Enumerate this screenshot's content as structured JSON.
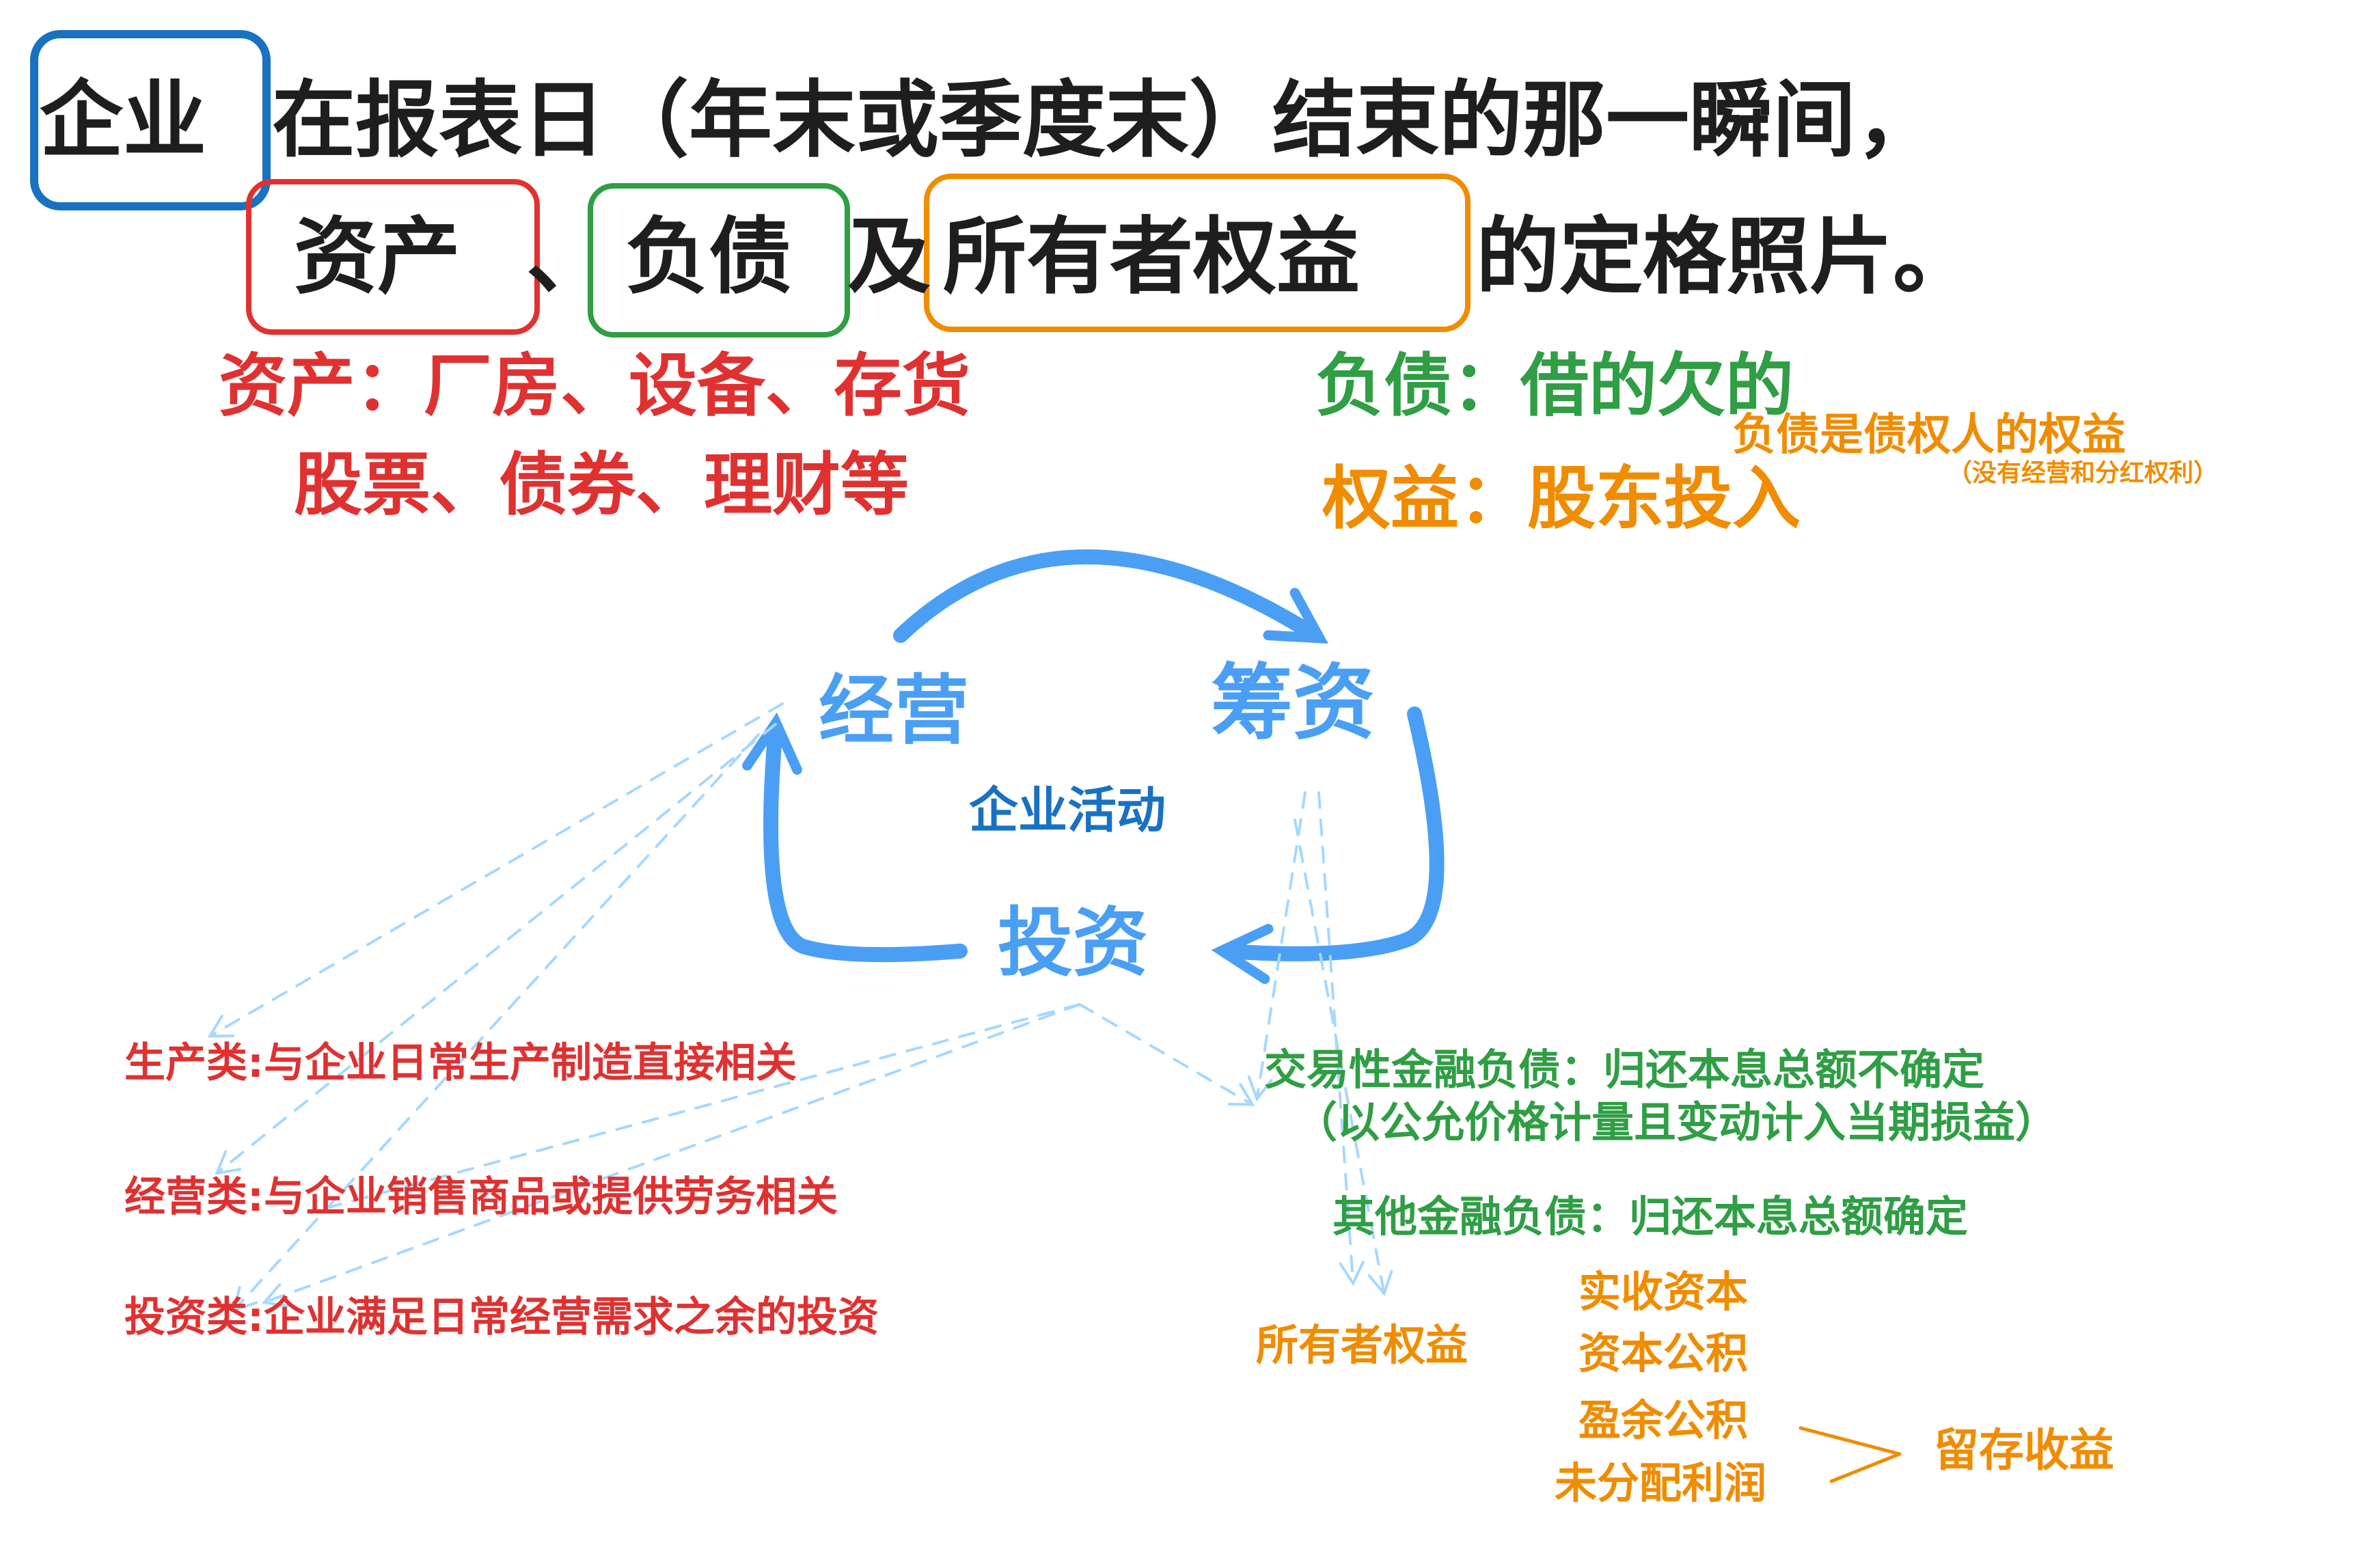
{
  "headline": {
    "line1_enterprise": "企业",
    "line1_rest": "在报表日（年末或季度末）结束的那一瞬间，",
    "line2_assets": "资产",
    "line2_sep": "、",
    "line2_liabilities": "负债",
    "line2_and": "及",
    "line2_equity": "所有者权益",
    "line2_end": "的定格照片。"
  },
  "definitions": {
    "assets_line1": "资产：厂房、设备、存货",
    "assets_line2": "股票、债券、理财等",
    "liabilities": "负债：借的欠的",
    "liabilities_note": "负债是债权人的权益",
    "liabilities_subnote": "（没有经营和分红权利）",
    "equity": "权益：股东投入"
  },
  "cycle": {
    "operating": "经营",
    "financing": "筹资",
    "investing": "投资",
    "center": "企业活动"
  },
  "categories": {
    "production": "生产类:与企业日常生产制造直接相关",
    "operating": "经营类:与企业销售商品或提供劳务相关",
    "investing": "投资类:企业满足日常经营需求之余的投资"
  },
  "financing_items": {
    "trading_liab": "交易性金融负债：归还本息总额不确定",
    "trading_liab_note": "（以公允价格计量且变动计入当期损益）",
    "other_liab": "其他金融负债：归还本息总额确定",
    "owners_equity": "所有者权益",
    "paid_in": "实收资本",
    "capital_reserve": "资本公积",
    "surplus_reserve": "盈余公积",
    "undistributed": "未分配利润",
    "retained": "留存收益"
  },
  "colors": {
    "black": "#1e1e1e",
    "red": "#e03131",
    "green": "#2f9e44",
    "orange": "#f08c00",
    "blue": "#1971c2",
    "light_blue": "#4a9ff5",
    "dash_blue": "#a5d8ff"
  }
}
